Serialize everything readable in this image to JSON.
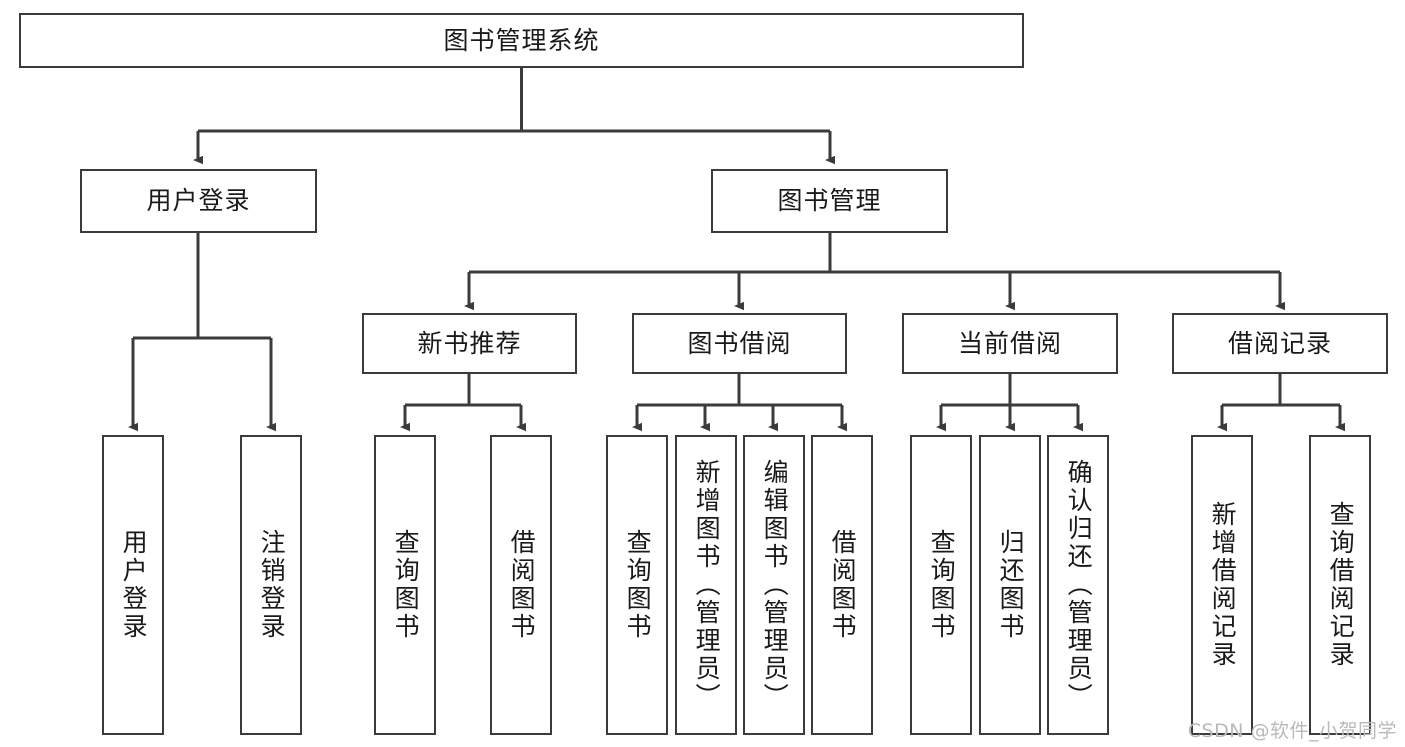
{
  "diagram": {
    "title": "图书管理系统",
    "watermark": "CSDN @软件_小贺同学",
    "stroke_color": "#3b3b3b",
    "fill_color": "#ffffff",
    "text_color": "#1a1a1a",
    "root": {
      "label": "图书管理系统"
    },
    "level2": [
      {
        "label": "用户登录"
      },
      {
        "label": "图书管理"
      }
    ],
    "level3": [
      {
        "label": "新书推荐"
      },
      {
        "label": "图书借阅"
      },
      {
        "label": "当前借阅"
      },
      {
        "label": "借阅记录"
      }
    ],
    "leaves": [
      {
        "label": "用户登录",
        "parent": "用户登录"
      },
      {
        "label": "注销登录",
        "parent": "用户登录"
      },
      {
        "label": "查询图书",
        "parent": "新书推荐"
      },
      {
        "label": "借阅图书",
        "parent": "新书推荐"
      },
      {
        "label": "查询图书",
        "parent": "图书借阅"
      },
      {
        "label": "新增图书（管理员）",
        "parent": "图书借阅"
      },
      {
        "label": "编辑图书（管理员）",
        "parent": "图书借阅"
      },
      {
        "label": "借阅图书",
        "parent": "图书借阅"
      },
      {
        "label": "查询图书",
        "parent": "当前借阅"
      },
      {
        "label": "归还图书",
        "parent": "当前借阅"
      },
      {
        "label": "确认归还（管理员）",
        "parent": "当前借阅"
      },
      {
        "label": "新增借阅记录",
        "parent": "借阅记录"
      },
      {
        "label": "查询借阅记录",
        "parent": "借阅记录"
      }
    ]
  }
}
